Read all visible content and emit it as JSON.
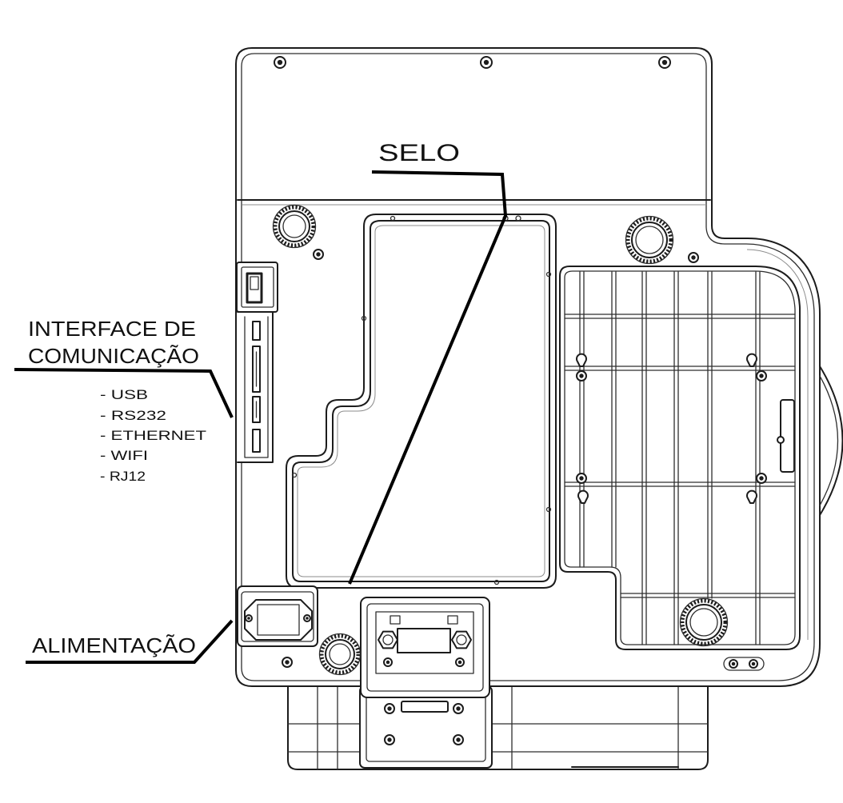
{
  "colors": {
    "line": "#1c1c1c",
    "leader": "#000000",
    "background": "#ffffff"
  },
  "labels": {
    "seal": "SELO",
    "interface_title": [
      "INTERFACE DE",
      "COMUNICAÇÃO"
    ],
    "interface_list": [
      "- USB",
      "- RS232",
      "- ETHERNET",
      "- WIFI",
      "- RJ12"
    ],
    "power": "ALIMENTAÇÃO"
  }
}
